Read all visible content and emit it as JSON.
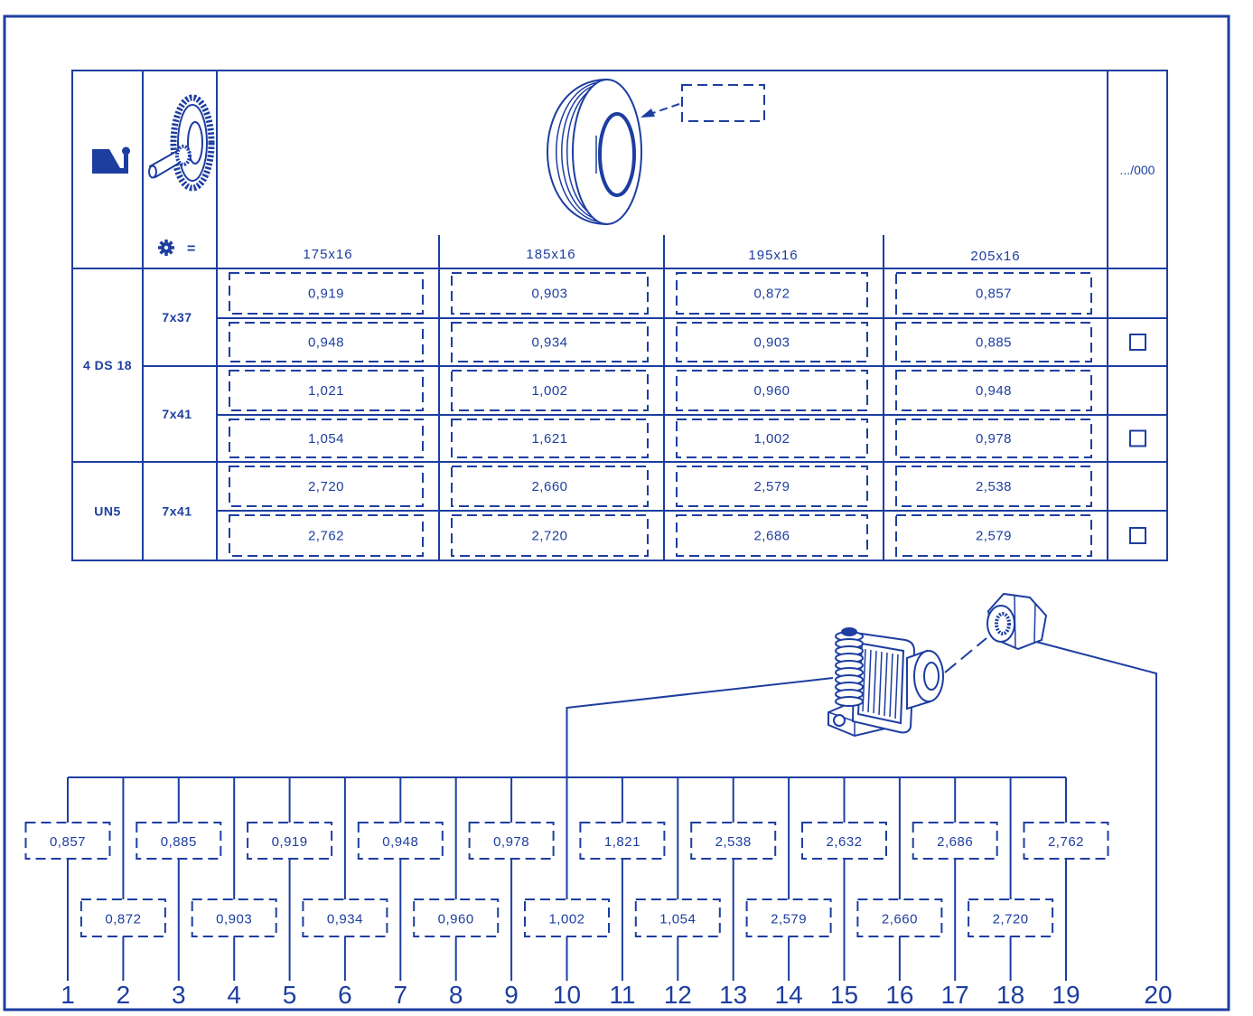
{
  "colors": {
    "ink": "#1d3ea0",
    "paper": "#ffffff"
  },
  "icons": {
    "gearbox_column": "gearbox-icon",
    "ratio_column": "crown-wheel-pinion-icon",
    "teeth_symbol": "gear-icon",
    "tire": "tire-icon",
    "assembly": "speedometer-drive-assembly-icon",
    "nut": "nut-icon"
  },
  "table": {
    "unit_label": ".../000",
    "teeth_equals": "=",
    "columns": [
      "175x16",
      "185x16",
      "195x16",
      "205x16"
    ],
    "groups": [
      {
        "label": "4 DS 18",
        "ratios": [
          {
            "label": "7x37",
            "rows": [
              [
                "0,919",
                "0,903",
                "0,872",
                "0,857"
              ],
              [
                "0,948",
                "0,934",
                "0,903",
                "0,885"
              ]
            ]
          },
          {
            "label": "7x41",
            "rows": [
              [
                "1,021",
                "1,002",
                "0,960",
                "0,948"
              ],
              [
                "1,054",
                "1,621",
                "1,002",
                "0,978"
              ]
            ]
          }
        ]
      },
      {
        "label": "UN5",
        "ratios": [
          {
            "label": "7x41",
            "rows": [
              [
                "2,720",
                "2,660",
                "2,579",
                "2,538"
              ],
              [
                "2,762",
                "2,720",
                "2,686",
                "2,579"
              ]
            ]
          }
        ]
      }
    ]
  },
  "parts": {
    "items": [
      {
        "ref": "1",
        "value": "0,857"
      },
      {
        "ref": "2",
        "value": "0,872"
      },
      {
        "ref": "3",
        "value": "0,885"
      },
      {
        "ref": "4",
        "value": "0,903"
      },
      {
        "ref": "5",
        "value": "0,919"
      },
      {
        "ref": "6",
        "value": "0,934"
      },
      {
        "ref": "7",
        "value": "0,948"
      },
      {
        "ref": "8",
        "value": "0,960"
      },
      {
        "ref": "9",
        "value": "0,978"
      },
      {
        "ref": "10",
        "value": "1,002"
      },
      {
        "ref": "11",
        "value": "1,821"
      },
      {
        "ref": "12",
        "value": "1,054"
      },
      {
        "ref": "13",
        "value": "2,538"
      },
      {
        "ref": "14",
        "value": "2,579"
      },
      {
        "ref": "15",
        "value": "2,632"
      },
      {
        "ref": "16",
        "value": "2,660"
      },
      {
        "ref": "17",
        "value": "2,686"
      },
      {
        "ref": "18",
        "value": "2,720"
      },
      {
        "ref": "19",
        "value": "2,762"
      }
    ],
    "nut_ref": "20"
  }
}
